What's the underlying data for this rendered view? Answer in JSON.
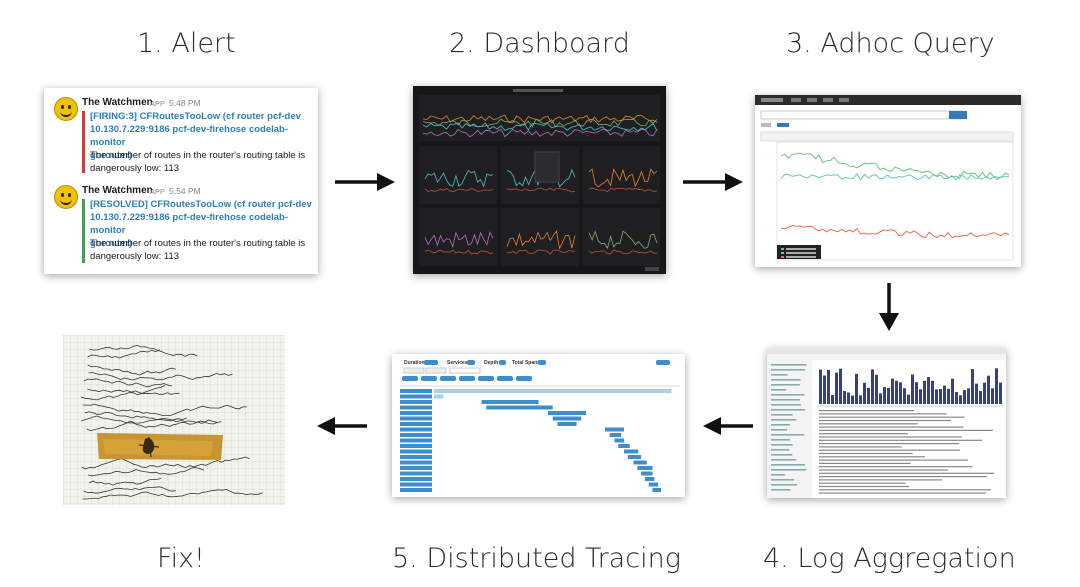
{
  "steps": [
    {
      "title": "1. Alert"
    },
    {
      "title": "2. Dashboard"
    },
    {
      "title": "3. Adhoc Query"
    },
    {
      "title": "4. Log Aggregation"
    },
    {
      "title": "5. Distributed Tracing"
    },
    {
      "title": "Fix!"
    }
  ],
  "alert": {
    "messages": [
      {
        "sender": "The Watchmen",
        "app": "APP",
        "time": "5:48 PM",
        "status_color": "#d63b3b",
        "link_lines": [
          "[FIRING:3] CFRoutesTooLow (cf router pcf-dev",
          "10.130.7.229:9186 pcf-dev-firehose codelab-monitor",
          "gorouter)"
        ],
        "text_lines": [
          "The number of routes in the router's routing table is",
          "dangerously low: 113"
        ]
      },
      {
        "sender": "The Watchmen",
        "app": "APP",
        "time": "5:54 PM",
        "status_color": "#3aa655",
        "link_lines": [
          "[RESOLVED] CFRoutesTooLow (cf router pcf-dev",
          "10.130.7.229:9186 pcf-dev-firehose codelab-monitor",
          "gorouter)"
        ],
        "text_lines": [
          "The number of routes in the router's routing table is",
          "dangerously low: 113"
        ]
      }
    ]
  },
  "tracing": {
    "labels": [
      "Duration:",
      "Services:",
      "Depth:",
      "Total Spans:"
    ]
  },
  "colors": {
    "arrow": "#111111",
    "dash_bg": "#161719",
    "dash_orange": "#e5832f",
    "dash_green": "#7eb26d",
    "dash_teal": "#4fc3c8",
    "dash_purple": "#b56fc4",
    "query_green": "#6cc67a",
    "query_teal": "#6bc7b8",
    "query_red": "#ea6b52",
    "log_bar": "#37417a",
    "trace_span": "#3d8fcc",
    "trace_light": "#aad0ea"
  }
}
